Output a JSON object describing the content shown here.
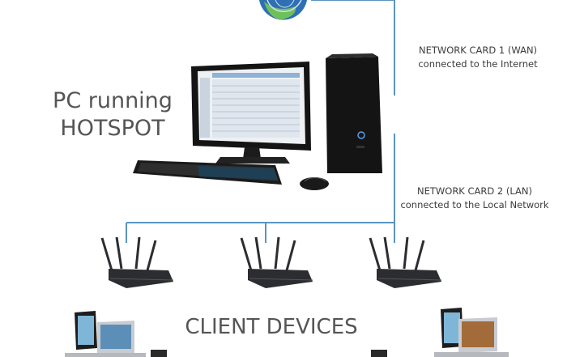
{
  "pc": {
    "label_line1": "PC running",
    "label_line2": "HOTSPOT"
  },
  "wan": {
    "line1": "NETWORK CARD 1 (WAN)",
    "line2": "connected to the Internet"
  },
  "lan": {
    "line1": "NETWORK CARD 2 (LAN)",
    "line2": "connected to the Local Network"
  },
  "clients": {
    "label": "CLIENT DEVICES"
  },
  "colors": {
    "link": "#5a95c0",
    "router": "#2b2d31",
    "pc_body": "#141414",
    "globe": "#2f6fb3"
  },
  "icons": {
    "internet": "globe-icon",
    "router": "wifi-router-icon",
    "pc": "desktop-pc-icon",
    "clients": "laptop-tablet-phone-icon"
  }
}
